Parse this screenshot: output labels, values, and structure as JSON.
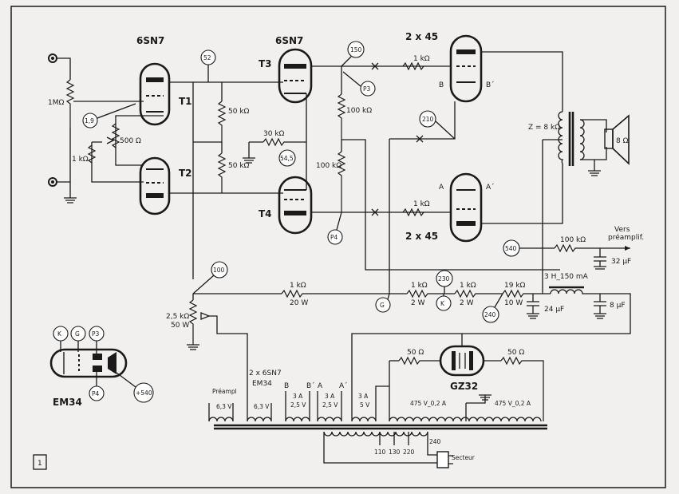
{
  "tubes": {
    "t1_type": "6SN7",
    "t3_type": "6SN7",
    "t1": "T1",
    "t2": "T2",
    "t3": "T3",
    "t4": "T4",
    "out_top": "2 x 45",
    "out_bottom": "2 x 45",
    "rect": "GZ32",
    "indicator": "EM34"
  },
  "voltages": {
    "v52": "52",
    "v150": "150",
    "v1_9": "1,9",
    "v54_5": "54,5",
    "v210": "210",
    "v540": "540",
    "v100": "100",
    "v230": "230",
    "v240": "240",
    "v_plus540": "+540"
  },
  "nodes": {
    "p3": "P3",
    "p4": "P4",
    "g": "G",
    "k": "K",
    "em_k": "K",
    "em_g": "G",
    "em_p3": "P3",
    "em_p4": "P4"
  },
  "components": {
    "r_1m": "1MΩ",
    "r_1k_cath": "1 kΩ",
    "r_500": "500 Ω",
    "r_50k_a": "50 kΩ",
    "r_50k_b": "50 kΩ",
    "r_30k": "30 kΩ",
    "r_100k_a": "100 kΩ",
    "r_100k_b": "100 kΩ",
    "r_1k_gtop": "1 kΩ",
    "r_1k_gbot": "1 kΩ",
    "z_load": "Z = 8 kΩ",
    "spk": "8 Ω",
    "r_100k_pre": "100 kΩ",
    "vers": "Vers",
    "preampli": "préamplif.",
    "c_32": "32 µF",
    "choke": "3 H_150 mA",
    "r_1k_20w": "1 kΩ",
    "w20": "20 W",
    "r_1k_2w_a": "1 kΩ",
    "w2a": "2 W",
    "r_1k_2w_b": "1 kΩ",
    "w2b": "2 W",
    "r_19k": "19 kΩ",
    "w10": "10 W",
    "c_24": "24 µF",
    "c_8": "8 µF",
    "pot_25k": "2,5 kΩ",
    "w50": "50 W",
    "r_50_l": "50 Ω",
    "r_50_r": "50 Ω",
    "grid_b": "B",
    "grid_bp": "B´",
    "grid_a": "A",
    "grid_ap": "A´"
  },
  "transformer": {
    "heat_title1": "2 x 6SN7",
    "heat_title2": "EM34",
    "preampl": "Préampl",
    "v63a": "6,3 V",
    "v63b": "6,3 V",
    "b": "B",
    "bp": "B´",
    "a": "A",
    "ap": "A´",
    "a3a": "3 A",
    "v25a": "2,5 V",
    "a3b": "3 A",
    "v25b": "2,5 V",
    "a3c": "3 A",
    "v5": "5 V",
    "hv1": "475 V_0,2 A",
    "hv2": "475 V_0,2 A",
    "t110": "110",
    "t130": "130",
    "t220": "220",
    "t240": "240",
    "secteur": "Secteur"
  },
  "figure_number": "1"
}
